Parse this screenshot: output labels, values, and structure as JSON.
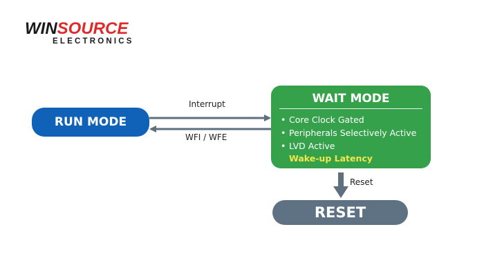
{
  "logo": {
    "brand_part1": "WIN",
    "brand_part2": "SOURCE",
    "subtitle": "ELECTRONICS",
    "colors": {
      "dark": "#1a1a1a",
      "red": "#e02a2a"
    }
  },
  "states": {
    "run": {
      "label": "RUN MODE",
      "color": "#0f62b8"
    },
    "wait": {
      "title": "WAIT MODE",
      "color": "#35a24b",
      "items": [
        "Core Clock Gated",
        "Peripherals Selectively Active",
        "LVD Active"
      ],
      "note": "Wake-up Latency",
      "note_color": "#f0e64a"
    },
    "reset": {
      "label": "RESET",
      "color": "#5f7283"
    }
  },
  "transitions": {
    "run_to_wait": "Interrupt",
    "wait_to_run": "WFI / WFE",
    "wait_to_reset": "Reset"
  },
  "bullet": "•"
}
